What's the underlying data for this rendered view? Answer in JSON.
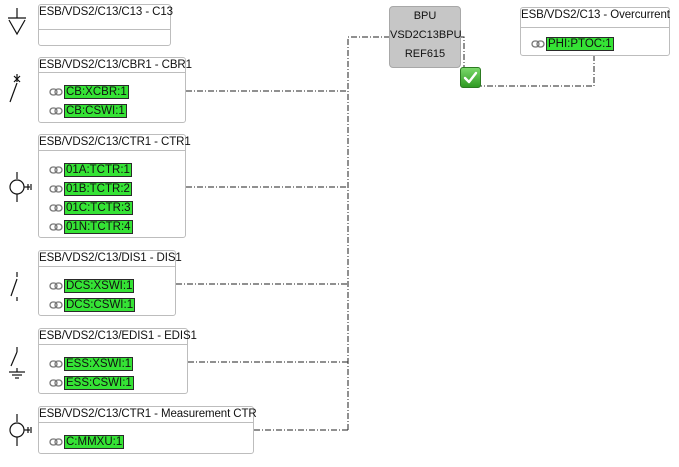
{
  "bpu": {
    "line1": "BPU",
    "line2": "VSD2C13BPU",
    "line3": "REF615"
  },
  "status_icon": "checkmark-icon",
  "nodes": [
    {
      "title": "ESB/VDS2/C13/C13 - C13",
      "refs": []
    },
    {
      "title": "ESB/VDS2/C13/CBR1 - CBR1",
      "refs": [
        "CB:XCBR:1",
        "CB:CSWI:1"
      ]
    },
    {
      "title": "ESB/VDS2/C13/CTR1 - CTR1",
      "refs": [
        "01A:TCTR:1",
        "01B:TCTR:2",
        "01C:TCTR:3",
        "01N:TCTR:4"
      ]
    },
    {
      "title": "ESB/VDS2/C13/DIS1 - DIS1",
      "refs": [
        "DCS:XSWI:1",
        "DCS:CSWI:1"
      ]
    },
    {
      "title": "ESB/VDS2/C13/EDIS1 - EDIS1",
      "refs": [
        "ESS:XSWI:1",
        "ESS:CSWI:1"
      ]
    },
    {
      "title": "ESB/VDS2/C13/CTR1 - Measurement CTR",
      "refs": [
        "C:MMXU:1"
      ]
    },
    {
      "title": "ESB/VDS2/C13 - Overcurrent",
      "refs": [
        "PHI:PTOC:1"
      ]
    }
  ],
  "symbols": [
    "ground-icon",
    "breaker-icon",
    "current-transformer-icon",
    "disconnector-icon",
    "earthing-switch-icon",
    "measurement-ct-icon"
  ]
}
